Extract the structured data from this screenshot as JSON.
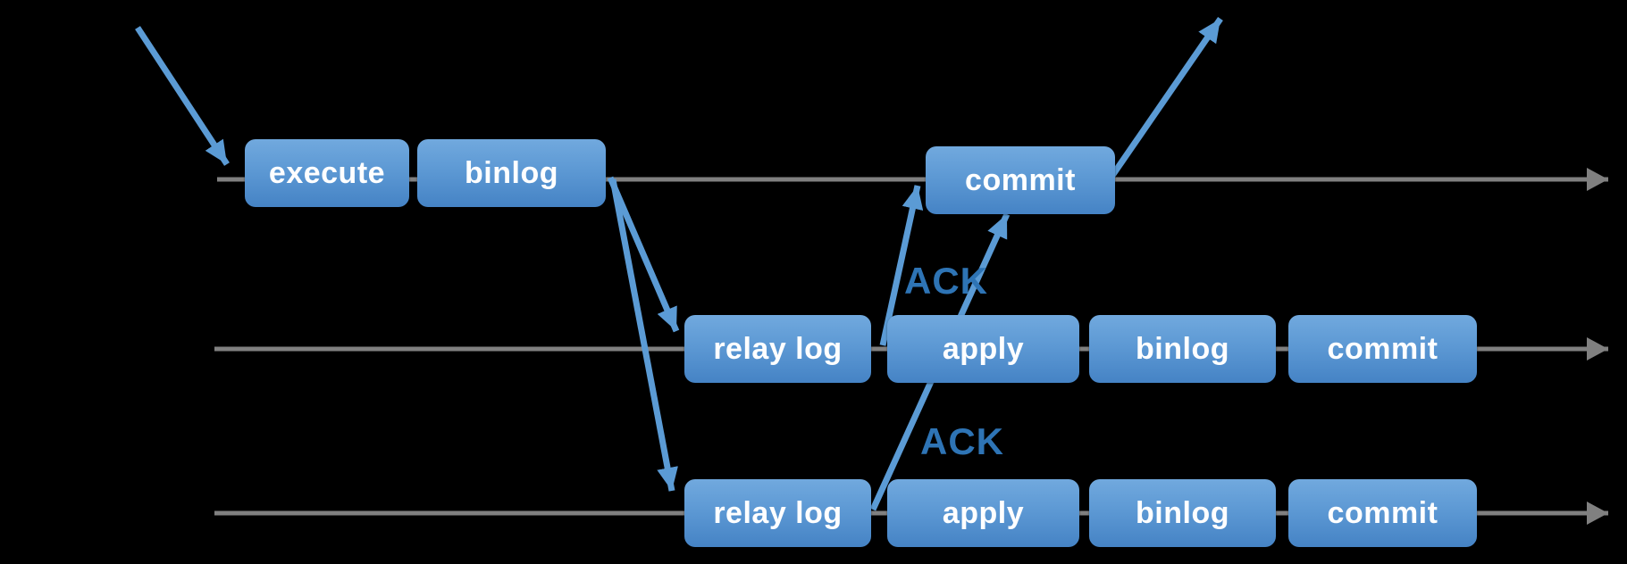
{
  "diagram": {
    "title": "mysql-semisync-replication-flow",
    "background_color": "#000000",
    "colors": {
      "box_gradient_top": "#71a9de",
      "box_gradient_bottom": "#4583c5",
      "box_label_text": "#ffffff",
      "timeline_gray": "#808080",
      "arrow_blue": "#5b9bd5",
      "ack_text_blue": "#2e74b5"
    },
    "rows": {
      "master": {
        "steps": [
          "execute",
          "binlog",
          "commit"
        ]
      },
      "replica1": {
        "steps": [
          "relay log",
          "apply",
          "binlog",
          "commit"
        ],
        "ack": "ACK"
      },
      "replica2": {
        "steps": [
          "relay log",
          "apply",
          "binlog",
          "commit"
        ],
        "ack": "ACK"
      }
    },
    "arrows": {
      "timelines": [
        "master-timeline",
        "replica1-timeline",
        "replica2-timeline"
      ],
      "blue": [
        "client-request-arrow",
        "binlog-to-replica1-relaylog-arrow",
        "binlog-to-replica2-relaylog-arrow",
        "replica1-ack-arrow",
        "replica2-ack-arrow",
        "commit-response-arrow"
      ]
    }
  }
}
